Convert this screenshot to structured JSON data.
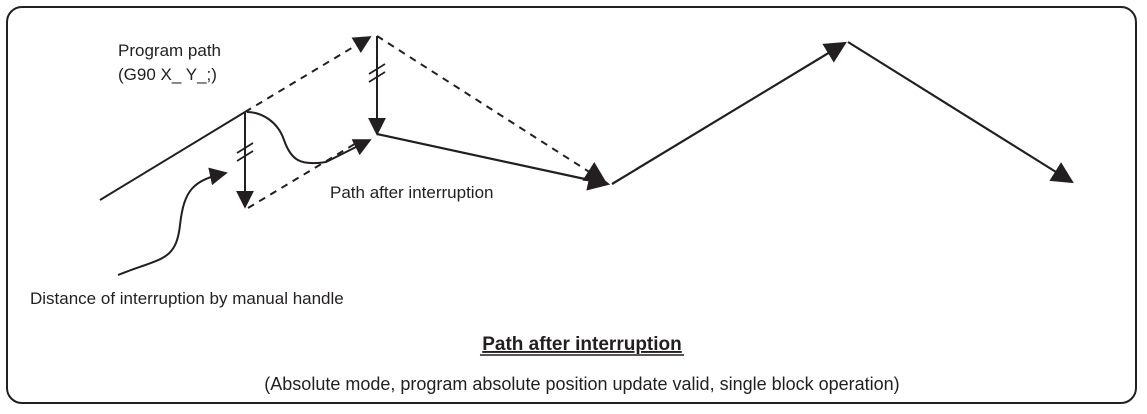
{
  "program_path_label": {
    "line1": "Program path",
    "line2": "(G90 X_ Y_;)"
  },
  "path_after_interruption_label": "Path after interruption",
  "distance_label": "Distance of interruption by manual handle",
  "caption": {
    "title": "Path after interruption",
    "subtitle": "(Absolute mode, program absolute position update valid, single block operation)"
  },
  "colors": {
    "stroke": "#231f20",
    "background": "#ffffff"
  }
}
